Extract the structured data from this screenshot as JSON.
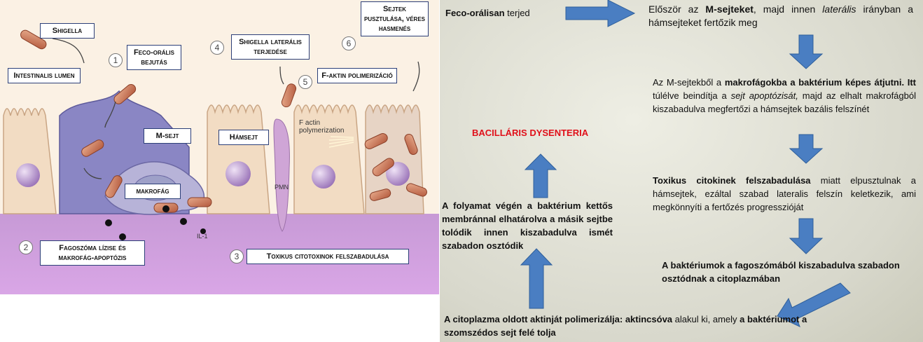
{
  "left_figure": {
    "labels": {
      "shigella": "Shigella",
      "intestinalis_lumen": "Intestinalis lumen",
      "feco_oralis": "Feco-orális bejutás",
      "m_sejt": "M-sejt",
      "makrofag": "makrofág",
      "fagoszoma": "Fagoszóma lízise és makrofág-apoptózis",
      "hamsejt": "Hámsejt",
      "shigella_lateralis": "Shigella laterális terjedése",
      "f_aktin": "F-aktin polimerizáció",
      "sejtek_pusztulasa": "Sejtek pusztulása, véres hasmenés",
      "toxikus": "Toxikus citotoxinok felszabadulása"
    },
    "step_numbers": [
      "1",
      "2",
      "3",
      "4",
      "5",
      "6"
    ],
    "figure_text": {
      "pmn": "PMN",
      "factin": "F actin polymerization",
      "il1": "IL-1"
    }
  },
  "right_panel": {
    "title": "BACILLÁRIS DYSENTERIA",
    "box1_bold": "Feco-orálisan",
    "box1_rest": " terjed",
    "box2": {
      "p1": "Először az ",
      "b1": "M-sejteket",
      "p2": ", majd innen ",
      "i1": "laterális",
      "p3": " irányban a hámsejteket fertőzik meg"
    },
    "box3": {
      "p1": "Az M-sejtekből a ",
      "b1": "makrofágokba a baktérium képes átjutni. Itt",
      "p2": " túlélve beindítja a ",
      "i1": "sejt apoptózisát,",
      "p3": " majd az elhalt makrofágból kiszabadulva megfertőzi a hámsejtek bazális felszínét"
    },
    "box4": {
      "b1": "Toxikus citokinek felszabadulása",
      "p1": " miatt elpusztulnak a hámsejtek, ezáltal szabad lateralis felszín keletkezik, ami megkönnyíti a fertőzés progresszióját"
    },
    "box5": "A baktériumok a fagoszómából kiszabadulva szabadon osztódnak a citoplazmában",
    "box6": {
      "b1": "A citoplazma oldott aktinját polimerizálja: aktincsóva",
      "p1": " alakul ki, amely ",
      "b2": "a baktériumot a szomszédos sejt felé tolja"
    },
    "box7": "A folyamat végén a baktérium kettős membránnal elhatárolva a másik sejtbe tolódik innen kiszabadulva ismét szabadon osztódik",
    "arrow_color": "#4a7ec2"
  }
}
